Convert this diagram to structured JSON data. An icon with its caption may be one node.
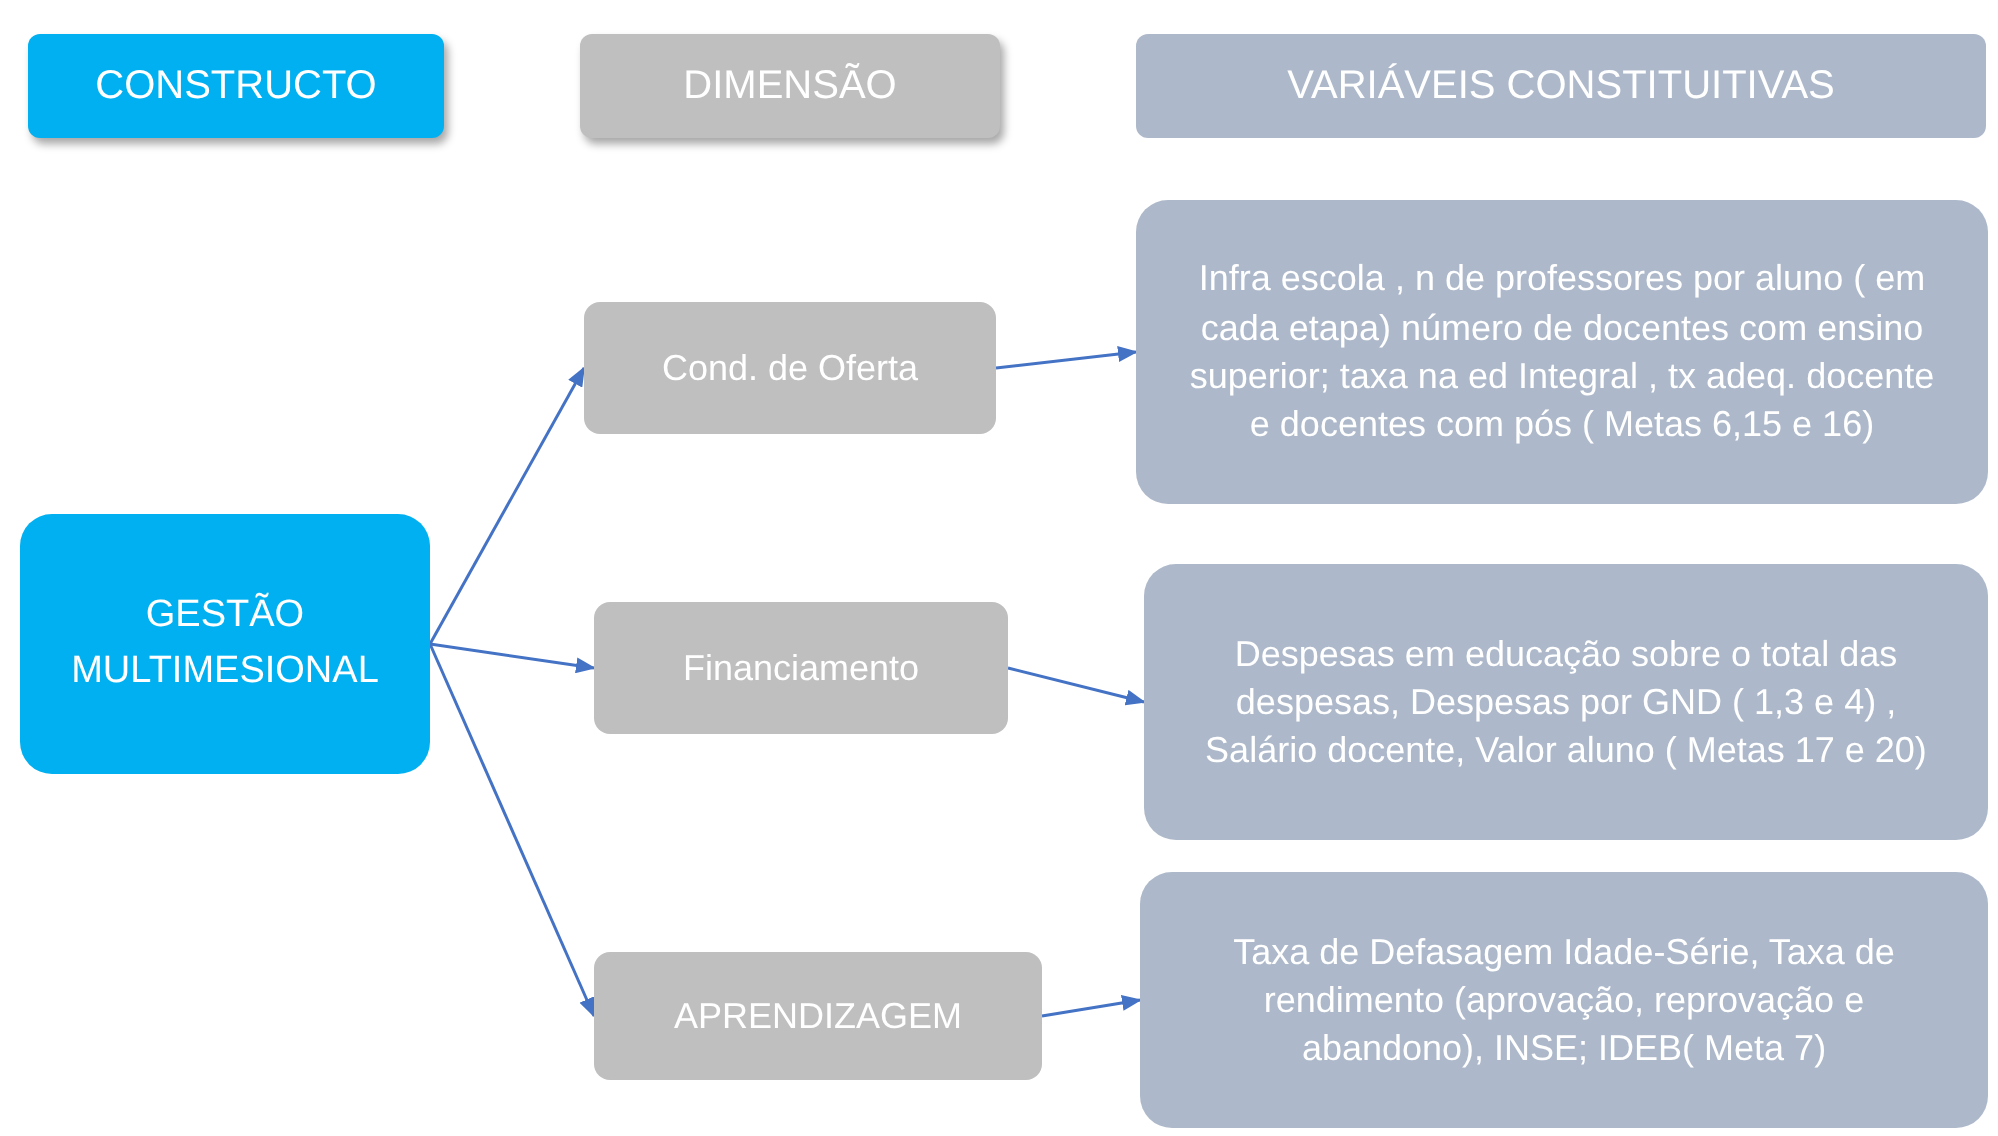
{
  "diagram": {
    "nodes": [
      {
        "text": [
          "CONSTRUCTO"
        ]
      },
      {
        "text": [
          "DIMENSÃO"
        ]
      },
      {
        "text": [
          "VARIÁVEIS CONSTITUITIVAS"
        ]
      },
      {
        "text": [
          "GESTÃO MULTIMESIONAL"
        ]
      },
      {
        "text": [
          "Cond. de  Oferta"
        ]
      },
      {
        "text": [
          "Infra escola , n de professores por aluno ( em cada etapa) número de docentes com ensino superior;  taxa na ed Integral , tx  adeq. docente e  docentes com pós ( Metas 6,15 e 16)"
        ]
      },
      {
        "text": [
          "Financiamento"
        ]
      },
      {
        "text": [
          "Despesas em educação sobre o total das despesas, Despesas por GND ( 1,3 e 4) , Salário docente, Valor aluno ( Metas 17 e 20)"
        ]
      },
      {
        "text": [
          "APRENDIZAGEM"
        ]
      },
      {
        "text": [
          "Taxa de Defasagem Idade-Série, Taxa de rendimento (aprovação, reprovação e abandono), INSE; IDEB( Meta  7)"
        ]
      }
    ],
    "edges": [
      {
        "from": 3,
        "to": 4,
        "arrow": "to"
      },
      {
        "from": 3,
        "to": 6,
        "arrow": "to"
      },
      {
        "from": 3,
        "to": 8,
        "arrow": "to"
      },
      {
        "from": 4,
        "to": 5,
        "arrow": "to"
      },
      {
        "from": 6,
        "to": 7,
        "arrow": "to"
      },
      {
        "from": 8,
        "to": 9,
        "arrow": "to"
      }
    ]
  }
}
